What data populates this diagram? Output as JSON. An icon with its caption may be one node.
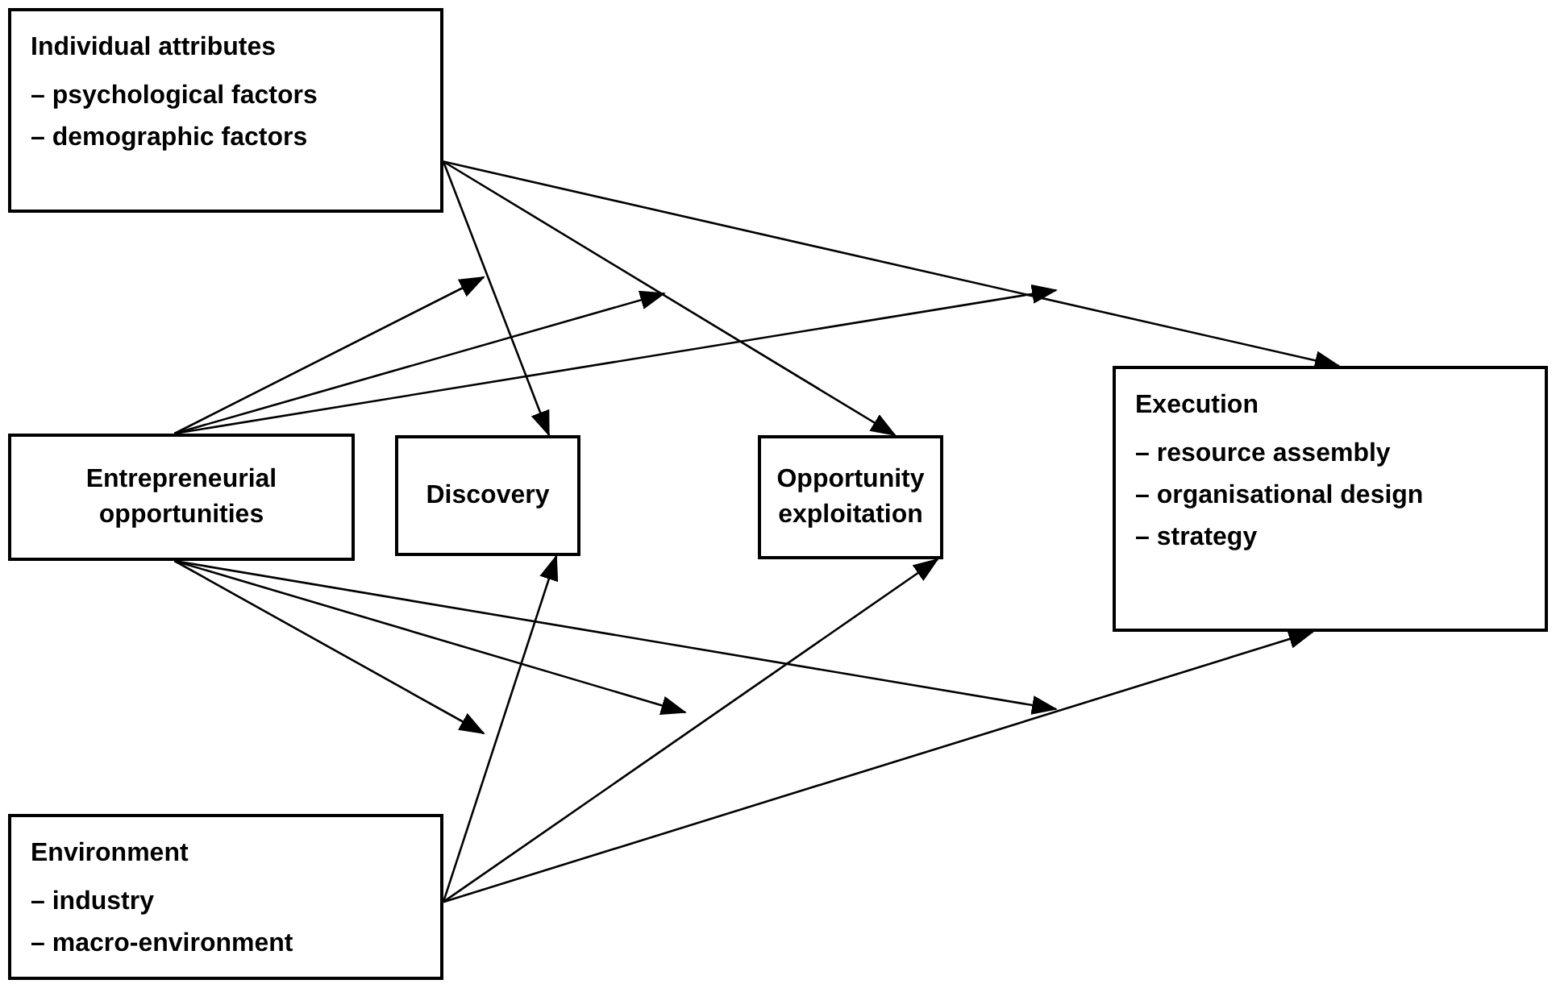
{
  "diagram": {
    "nodes": [
      {
        "text": [
          "Individual attributes",
          "– psychological factors",
          "– demographic factors"
        ]
      },
      {
        "text": [
          "Entrepreneurial opportunities"
        ]
      },
      {
        "text": [
          "Discovery"
        ]
      },
      {
        "text": [
          "Opportunity exploitation"
        ]
      },
      {
        "text": [
          "Execution",
          "– resource assembly",
          "– organisational design",
          "– strategy"
        ]
      },
      {
        "text": [
          "Environment",
          "– industry",
          "– macro-environment"
        ]
      }
    ],
    "edges": [
      {
        "from": 0,
        "to": 2,
        "arrow": "to"
      },
      {
        "from": 0,
        "to": 3,
        "arrow": "to"
      },
      {
        "from": 0,
        "to": 4,
        "arrow": "to"
      },
      {
        "from": 5,
        "to": 2,
        "arrow": "to"
      },
      {
        "from": 5,
        "to": 3,
        "arrow": "to"
      },
      {
        "from": 5,
        "to": 4,
        "arrow": "to"
      },
      {
        "from": 1,
        "to": null,
        "arrow": "to"
      },
      {
        "from": 1,
        "to": null,
        "arrow": "to"
      },
      {
        "from": 1,
        "to": null,
        "arrow": "to"
      },
      {
        "from": 1,
        "to": null,
        "arrow": "to"
      },
      {
        "from": 1,
        "to": null,
        "arrow": "to"
      },
      {
        "from": 1,
        "to": null,
        "arrow": "to"
      }
    ]
  }
}
